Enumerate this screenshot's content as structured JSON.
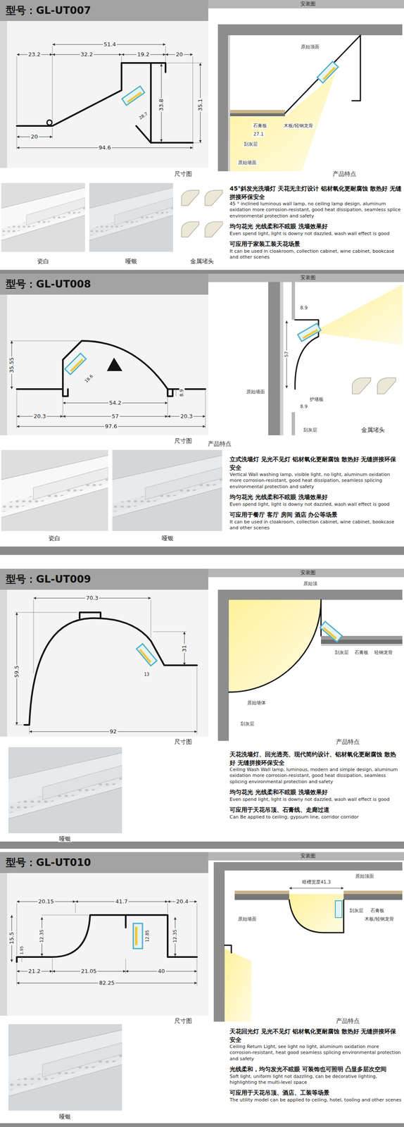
{
  "diagram": {
    "nodes": [
      {
        "text": [
          "型号：GL-UT007"
        ]
      },
      {
        "text": [
          "型号：GL-UT008"
        ]
      },
      {
        "text": [
          "型号：GL-UT009"
        ]
      },
      {
        "text": [
          "型号：GL-UT010"
        ]
      }
    ],
    "labels": [
      "安装图",
      "51.4",
      "23.2",
      "32.2",
      "19.2",
      "20",
      "33.8",
      "35.1",
      "28.7",
      "20",
      "94.6",
      "原始顶面",
      "石膏板",
      "木板/轻钢龙骨",
      "27.1",
      "刮灰层",
      "原始墙面",
      "尺寸图",
      "产品特点",
      "瓷白",
      "哑银",
      "金属堵头",
      "45°斜发光洗墙灯 天花无主灯设计 铝材氧化更耐腐蚀 散热好 无缝拼接环保安全",
      "45 ° inclined luminous wall lamp, no ceiling lamp design, aluminum oxidation more corrosion-resistant, good heat dissipation, seamless splice environmental protection and safety",
      "均匀花光 光线柔和不眩眼 洗墙效果好",
      "Even spend light, light is downy not dazzled, wash wall effect is good",
      "可应用于家装工装天花场景",
      "It can be used in cloakroom, collection cabinet, wine cabinet, bookcase and other scenes",
      "安装图",
      "35.55",
      "18.6",
      "54.2",
      "8.9",
      "20.3",
      "57",
      "20.3",
      "97.6",
      "8.9",
      "57",
      "原始墙面",
      "护墙板",
      "8.9",
      "刮灰层",
      "金属堵头",
      "尺寸图",
      "产品特点",
      "瓷白",
      "哑银",
      "立式洗墙灯 见光不见灯 铝材氧化更耐腐蚀 散热好 无缝拼接环保安全",
      "Vertical Wall washing lamp, visible light, no light, aluminum oxidation more corrosion-resistant, good heat dissipation, seamless splicing environmental protection and safety",
      "均匀花光 光线柔和不眩眼 洗墙效果好",
      "Even spend light, light is downy not dazzled, wash wall effect is good",
      "可应用于餐厅 客厅 房间 酒店 办公等场景",
      "It can be used in cloakroom, collection cabinet, wine cabinet, bookcase and other scenes",
      "安装图",
      "70.3",
      "59.5",
      "31",
      "13",
      "92",
      "原始顶",
      "刮灰层",
      "石膏板",
      "轻钢龙骨",
      "原始墙体",
      "刮灰层",
      "尺寸图",
      "产品特点",
      "哑银",
      "天花洗墙灯、回光透亮、现代简约设计、铝材氧化更耐腐蚀 散热好 无缝拼接环保安全",
      "Ceiling Wash Wall lamp, luminous, modern and simple design, aluminum oxidation more corrosion-resistant, good heat dissipation, seamless splicing environmental protection and safety",
      "均匀花光 光线柔和不眩眼 洗墙效果好",
      "Even spend light, light is downy not dazzled, wash wall effect is good",
      "可应用于天花吊顶、石膏线、走廊过道",
      "Can Be applied to ceiling, gypsum line, corridor corridor",
      "安装图",
      "20.15",
      "41.7",
      "20.4",
      "15.5",
      "1.95",
      "12.35",
      "12.85",
      "12.35",
      "21.2",
      "21.05",
      "40",
      "82.25",
      "原始顶面",
      "暗槽宽度41.3",
      "刮灰层",
      "石膏板",
      "木板/轻钢龙骨",
      "原始墙面",
      "尺寸图",
      "产品特点",
      "哑银",
      "天花回光灯 见光不见灯 铝材氧化更耐腐蚀 散热好 无缝拼接环保安全",
      "Ceiling Return Light, see light no light, aluminum oxidation more corrosion-resistant, heat good seamless splicing environmental protection and safety",
      "光线柔和，均匀发光不眩眼 可装饰也可照明 凸显多层次空间",
      "Soft light, uniform light not dazzling, can be decorative lighting, highlighting the multi-level space",
      "可应用于天花吊顶、酒店、工装等场景",
      "The utility model can be applied to ceiling, hotel, tooling and other scenes"
    ]
  }
}
